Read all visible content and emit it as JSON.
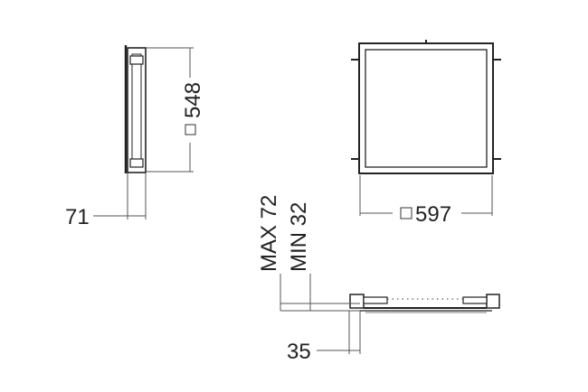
{
  "labels": {
    "side_height": "548",
    "side_depth": "71",
    "front_width": "597",
    "install_max": "MAX 72",
    "install_min": "MIN 32",
    "recess_depth": "35"
  },
  "colors": {
    "line": "#222222",
    "dimension": "#555555",
    "background": "#ffffff"
  },
  "symbols": {
    "square_symbol": "square-dimension-icon"
  }
}
